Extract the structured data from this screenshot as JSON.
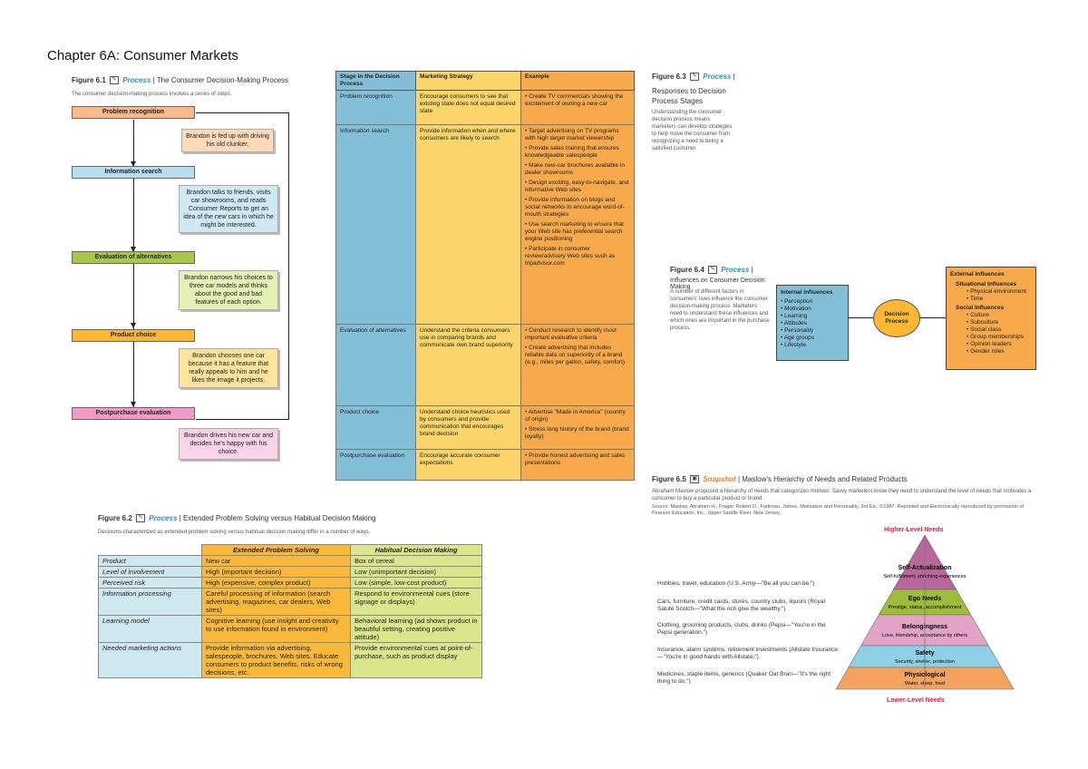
{
  "page": {
    "title": "Chapter 6A: Consumer Markets"
  },
  "fig61": {
    "num": "Figure 6.1",
    "type": "Process",
    "title": "The Consumer Decision-Making Process",
    "caption": "The consumer decision-making process involves a series of steps.",
    "stages": [
      "Problem recognition",
      "Information search",
      "Evaluation of alternatives",
      "Product choice",
      "Postpurchase evaluation"
    ],
    "notes": [
      "Brandon is fed up with driving his old clunker.",
      "Brandon talks to friends, visits car showrooms, and reads Consumer Reports to get an idea of the new cars in which he might be interested.",
      "Brandon narrows his choices to three car models and thinks about the good and bad features of each option.",
      "Brandon chooses one car because it has a feature that really appeals to him and he likes the image it projects.",
      "Brandon drives his new car and decides he's happy with his choice."
    ]
  },
  "table1": {
    "headers": [
      "Stage in the Decision Process",
      "Marketing Strategy",
      "Example"
    ],
    "rows": [
      {
        "stage": "Problem recognition",
        "strategy": "Encourage consumers to see that existing state does not equal desired state",
        "examples": [
          "• Create TV commercials showing the excitement of owning a new car"
        ]
      },
      {
        "stage": "Information search",
        "strategy": "Provide information when and where consumers are likely to search",
        "examples": [
          "• Target advertising on TV programs with high target market viewership",
          "• Provide sales training that ensures knowledgeable salespeople",
          "• Make new-car brochures available in dealer showrooms",
          "• Design exciting, easy-to-navigate, and informative Web sites",
          "• Provide information on blogs and social networks to encourage word-of-mouth strategies",
          "• Use search marketing to ensure that your Web site has preferential search engine positioning",
          "• Participate in consumer review/advisory Web sites such as tripadvisor.com"
        ]
      },
      {
        "stage": "Evaluation of alternatives",
        "strategy": "Understand the criteria consumers use in comparing brands and communicate own brand superiority",
        "examples": [
          "• Conduct research to identify most important evaluative criteria",
          "• Create advertising that includes reliable data on superiority of a brand (e.g., miles per gallon, safety, comfort)"
        ]
      },
      {
        "stage": "Product choice",
        "strategy": "Understand choice heuristics used by consumers and provide communication that encourages brand decision",
        "examples": [
          "• Advertise \"Made in America\" (country of origin)",
          "• Stress long history of the brand (brand loyalty)"
        ]
      },
      {
        "stage": "Postpurchase evaluation",
        "strategy": "Encourage accurate consumer expectations",
        "examples": [
          "• Provide honest advertising and sales presentations"
        ]
      }
    ]
  },
  "fig62": {
    "num": "Figure 6.2",
    "type": "Process",
    "title": "Extended Problem Solving versus Habitual Decision Making",
    "caption": "Decisions characterized as extended problem solving versus habitual decision making differ in a number of ways.",
    "headers": [
      "Extended Problem Solving",
      "Habitual Decision Making"
    ],
    "rows": [
      {
        "label": "Product",
        "ext": "New car",
        "hab": "Box of cereal"
      },
      {
        "label": "Level of involvement",
        "ext": "High (important decision)",
        "hab": "Low (unimportant decision)"
      },
      {
        "label": "Perceived risk",
        "ext": "High (expensive, complex product)",
        "hab": "Low (simple, low-cost product)"
      },
      {
        "label": "Information processing",
        "ext": "Careful processing of information (search advertising, magazines, car dealers, Web sites)",
        "hab": "Respond to environmental cues (store signage or displays)"
      },
      {
        "label": "Learning model",
        "ext": "Cognitive learning (use insight and creativity to use information found in environment)",
        "hab": "Behavioral learning (ad shows product in beautiful setting, creating positive attitude)"
      },
      {
        "label": "Needed marketing actions",
        "ext": "Provide information via advertising, salespeople, brochures, Web sites. Educate consumers to product benefits, risks of wrong decisions, etc.",
        "hab": "Provide environmental cues at point-of-purchase, such as product display"
      }
    ]
  },
  "fig63": {
    "num": "Figure 6.3",
    "type": "Process",
    "title": "Responses to Decision Process Stages",
    "caption": "Understanding the consumer decision process means marketers can develop strategies to help move the consumer from recognizing a need to being a satisfied customer."
  },
  "fig64": {
    "num": "Figure 6.4",
    "type": "Process",
    "title": "Influences on Consumer Decision Making",
    "caption": "A number of different factors in consumers' lives influence the consumer decision-making process. Marketers need to understand these influences and which ones are important in the purchase process.",
    "internal_title": "Internal Influences",
    "internal": [
      "Perception",
      "Motivation",
      "Learning",
      "Attitudes",
      "Personality",
      "Age groups",
      "Lifestyle"
    ],
    "center": "Decision Process",
    "external_title": "External Influences",
    "situational_title": "Situational Influences",
    "situational": [
      "Physical environment",
      "Time"
    ],
    "social_title": "Social Influences",
    "social": [
      "Culture",
      "Subculture",
      "Social class",
      "Group memberships",
      "Opinion leaders",
      "Gender roles"
    ]
  },
  "fig65": {
    "num": "Figure 6.5",
    "type": "Snapshot",
    "title": "Maslow's Hierarchy of Needs and Related Products",
    "caption": "Abraham Maslow proposed a hierarchy of needs that categorizes motives. Savvy marketers know they need to understand the level of needs that motivates a consumer to buy a particular product or brand.",
    "source": "Source: Maslow, Abraham H.; Frager, Robert D.; Fadiman, James, Motivation and Personality, 3rd Ed., ©1987. Reprinted and Electronically reproduced by permission of Pearson Education, Inc., Upper Saddle River, New Jersey.",
    "top_label": "Higher-Level Needs",
    "bottom_label": "Lower-Level Needs",
    "levels": [
      {
        "name": "Self-Actualization",
        "desc": "Self-fulfillment, enriching experiences",
        "example": "Hobbies, travel, education (U.S. Army—\"Be all you can be.\")",
        "color": "#b9679a"
      },
      {
        "name": "Ego Needs",
        "desc": "Prestige, status, accomplishment",
        "example": "Cars, furniture, credit cards, stores, country clubs, liquors (Royal Salute Scotch—\"What the rich give the wealthy.\")",
        "color": "#9fbb3b"
      },
      {
        "name": "Belongingness",
        "desc": "Love, friendship, acceptance by others",
        "example": "Clothing, grooming products, clubs, drinks (Pepsi—\"You're in the Pepsi generation.\")",
        "color": "#e2a3c7"
      },
      {
        "name": "Safety",
        "desc": "Security, shelter, protection",
        "example": "Insurance, alarm systems, retirement investments (Allstate Insurance—\"You're in good hands with Allstate.\")",
        "color": "#8fd0e6"
      },
      {
        "name": "Physiological",
        "desc": "Water, sleep, food",
        "example": "Medicines, staple items, generics (Quaker Oat Bran—\"It's the right thing to do.\")",
        "color": "#f3a35f"
      }
    ]
  },
  "colors": {
    "stage61": [
      "#f9b98a",
      "#b9dcef",
      "#a9c84a",
      "#fcb832",
      "#f29bc7"
    ],
    "notes61": [
      "#fbd9b9",
      "#cfe8f4",
      "#e4efb4",
      "#fde39b",
      "#fbd3e6"
    ],
    "accent": "#2a8fc4"
  }
}
